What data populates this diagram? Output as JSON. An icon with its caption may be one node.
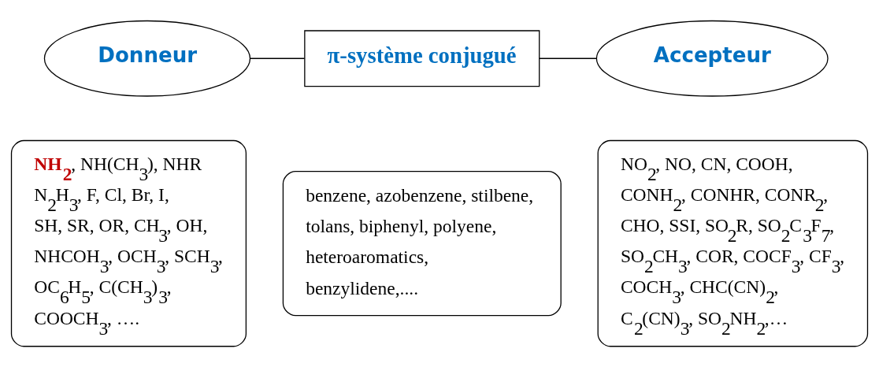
{
  "diagram": {
    "nodes": [
      {
        "text": [
          "Donneur"
        ]
      },
      {
        "text": [
          "π-système conjugué"
        ]
      },
      {
        "text": [
          "Accepteur"
        ]
      },
      {
        "text": [
          "**NH$_{2}$**, NH(CH$_{3}$), NHR N$_{2}$H$_{3}$, F, Cl, Br, I, SH, SR, OR, CH$_{3}$, OH, NHCOH$_{3}$, OCH$_{3}$, SCH$_{3}$, OC$_{6}$H$_{5}$, C(CH$_{3}$)$_{3}$, COOCH$_{3}$, …."
        ]
      },
      {
        "text": [
          "benzene, azobenzene, stilbene, tolans, biphenyl, polyene, heteroaromatics, benzylidene,...."
        ]
      },
      {
        "text": [
          "NO$_{2}$, NO, CN, COOH, CONH$_{2}$, CONHR, CONR$_{2}$, CHO, SSI, SO$_{2}$R, SO$_{2}$C$_{3}$F$_{7}$, SO$_{2}$CH$_{3}$, COR, COCF$_{3}$, CF$_{3}$, COCH$_{3}$, CHC(CN)$_{2}$, C$_{2}$(CN)$_{3}$, SO$_{2}$NH$_{2}$,…"
        ]
      }
    ],
    "edges": [
      {
        "from": 0,
        "to": 1,
        "arrow": "none"
      },
      {
        "from": 1,
        "to": 2,
        "arrow": "none"
      }
    ]
  }
}
